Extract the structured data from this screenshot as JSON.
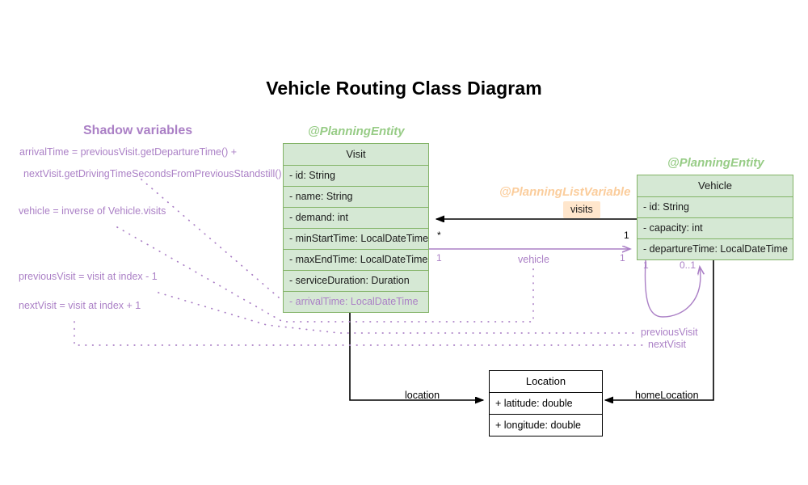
{
  "diagram": {
    "title": "Vehicle Routing Class Diagram",
    "colors": {
      "entity_fill": "#d5e8d4",
      "entity_stroke": "#82b366",
      "entity_stereotype": "#97cc86",
      "listvar_stereotype": "#fbcd9c",
      "listvar_label_fill": "#ffe6cc",
      "shadow_purple": "#ab80c6",
      "plain_stroke": "#000000",
      "background": "#ffffff"
    }
  },
  "shadow_panel": {
    "heading": "Shadow variables",
    "notes": [
      "arrivalTime = previousVisit.getDepartureTime() +",
      "nextVisit.getDrivingTimeSecondsFromPreviousStandstill()",
      "vehicle = inverse of Vehicle.visits",
      "previousVisit = visit at index - 1",
      "nextVisit = visit at index + 1"
    ]
  },
  "classes": [
    {
      "id": "visit",
      "stereotype": "@PlanningEntity",
      "name": "Visit",
      "fields": [
        {
          "text": "- id: String",
          "shadow": false
        },
        {
          "text": "- name: String",
          "shadow": false
        },
        {
          "text": "- demand: int",
          "shadow": false
        },
        {
          "text": "- minStartTime: LocalDateTime",
          "shadow": false
        },
        {
          "text": "- maxEndTime: LocalDateTime",
          "shadow": false
        },
        {
          "text": "- serviceDuration: Duration",
          "shadow": false
        },
        {
          "text": "- arrivalTime: LocalDateTime",
          "shadow": true
        }
      ]
    },
    {
      "id": "vehicle",
      "stereotype": "@PlanningEntity",
      "name": "Vehicle",
      "fields": [
        {
          "text": "- id: String",
          "shadow": false
        },
        {
          "text": "- capacity: int",
          "shadow": false
        },
        {
          "text": "- departureTime: LocalDateTime",
          "shadow": false
        }
      ]
    },
    {
      "id": "location",
      "stereotype": "",
      "name": "Location",
      "fields": [
        {
          "text": "+ latitude: double",
          "shadow": false
        },
        {
          "text": "+ longitude: double",
          "shadow": false
        }
      ]
    }
  ],
  "associations": {
    "visits": {
      "stereotype": "@PlanningListVariable",
      "label": "visits",
      "source_mult": "1",
      "target_mult": "*"
    },
    "vehicle": {
      "label": "vehicle",
      "source_mult": "1",
      "target_mult": "1"
    },
    "previous_visit": {
      "label": "previousVisit",
      "mult": "1"
    },
    "next_visit": {
      "label": "nextVisit",
      "mult": "0..1"
    },
    "location": {
      "label": "location"
    },
    "home_location": {
      "label": "homeLocation"
    }
  }
}
